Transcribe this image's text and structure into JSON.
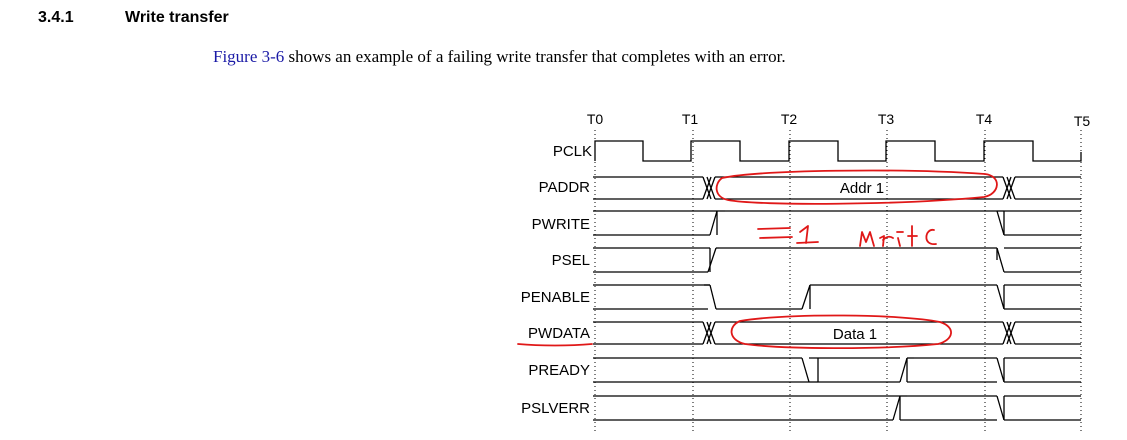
{
  "section": {
    "number": "3.4.1",
    "title": "Write transfer"
  },
  "intro": {
    "figure_ref": "Figure 3-6",
    "text": " shows an example of a failing write transfer that completes with an error."
  },
  "timing": {
    "clock_edges": [
      "T0",
      "T1",
      "T2",
      "T3",
      "T4",
      "T5"
    ],
    "signals": [
      "PCLK",
      "PADDR",
      "PWRITE",
      "PSEL",
      "PENABLE",
      "PWDATA",
      "PREADY",
      "PSLVERR"
    ],
    "paddr_value": "Addr 1",
    "pwdata_value": "Data 1"
  },
  "annotations": {
    "handwritten_note": "=1 Write",
    "ink_color": "#e01818"
  }
}
